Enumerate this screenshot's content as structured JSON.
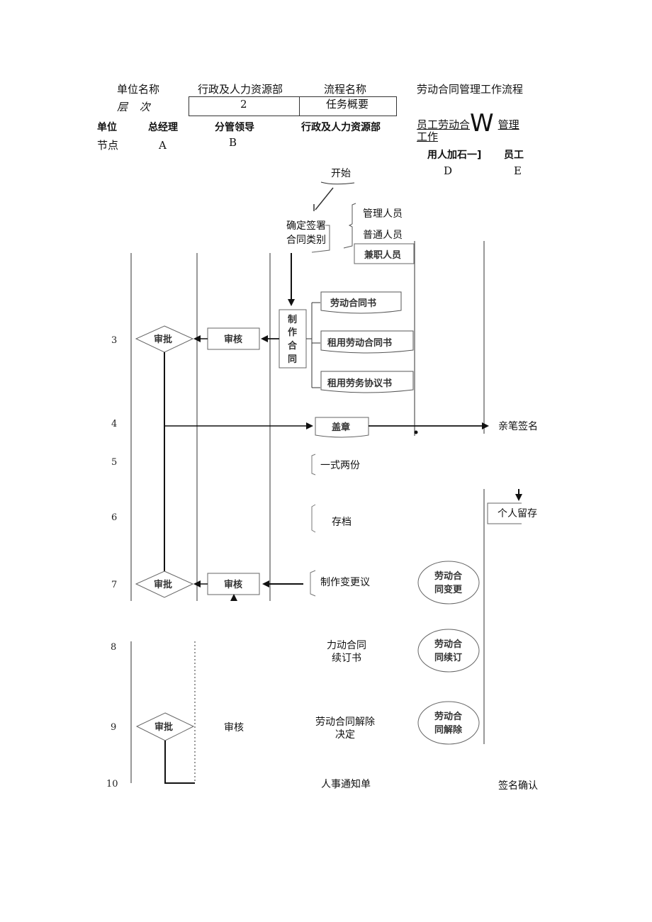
{
  "header": {
    "unit_name_label": "单位名称",
    "unit_name_value": "行政及人力资源部",
    "process_name_label": "流程名称",
    "process_name_value": "劳动合同管理工作流程",
    "level_label": "层  次",
    "level_value": "2",
    "task_summary_label": "任务概要",
    "task_summary_value_a": "员工劳动合",
    "task_summary_value_w": "W",
    "task_summary_value_b": "管理",
    "task_summary_value_c": "工作",
    "unit_label": "单位",
    "node_label": "节点",
    "columns": [
      {
        "name": "总经理",
        "code": "A"
      },
      {
        "name": "分管领导",
        "code": "B"
      },
      {
        "name": "行政及人力资源部",
        "code": ""
      },
      {
        "name": "用人加石一]",
        "code": "D"
      },
      {
        "name": "员工",
        "code": "E"
      }
    ]
  },
  "flow": {
    "start": "开始",
    "determine_type_1": "确定签署",
    "determine_type_2": "合同类别",
    "staff_types": [
      "管理人员",
      "普通人员",
      "兼职人员"
    ],
    "make_contract": [
      "制",
      "作",
      "合",
      "同"
    ],
    "contract_docs": [
      "劳动合同书",
      "租用劳动合同书",
      "租用劳务协议书"
    ],
    "review": "审核",
    "approve": "审批",
    "seal": "盖章",
    "sign_by_hand": "亲笔签名",
    "two_copies": "一式两份",
    "archive": "存档",
    "personal_keep": "个人留存",
    "make_change": "制作变更议",
    "contract_change": [
      "劳动合",
      "同变更"
    ],
    "renewal_doc": [
      "力动合同",
      "续订书"
    ],
    "contract_renew": [
      "劳动合",
      "同续订"
    ],
    "termination_doc": [
      "劳动合同解除",
      "决定"
    ],
    "contract_terminate": [
      "劳动合",
      "同解除"
    ],
    "review_plain": "审核",
    "hr_notice": "人事通知单",
    "sign_confirm": "签名确认",
    "row_numbers": [
      "3",
      "4",
      "5",
      "6",
      "7",
      "8",
      "9",
      "10"
    ]
  }
}
